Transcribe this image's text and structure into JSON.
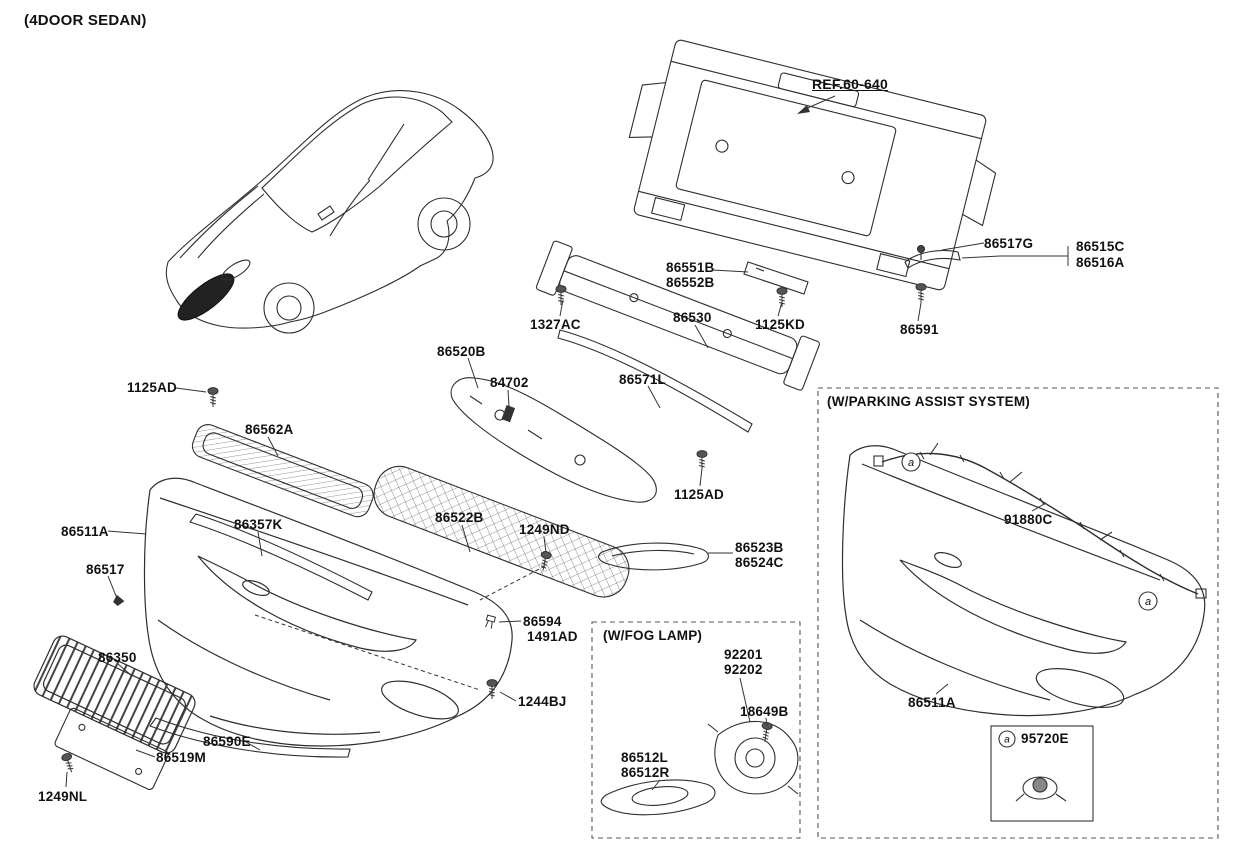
{
  "page": {
    "variant_title": "(4DOOR SEDAN)"
  },
  "reference": {
    "label": "REF.60-640"
  },
  "sections": {
    "fog_lamp": {
      "title": "(W/FOG LAMP)"
    },
    "parking_assist": {
      "title": "(W/PARKING ASSIST SYSTEM)"
    }
  },
  "callout": {
    "a": "a"
  },
  "part_labels": [
    {
      "text": "86517G"
    },
    {
      "text": "86515C"
    },
    {
      "text": "86516A"
    },
    {
      "text": "86551B"
    },
    {
      "text": "86552B"
    },
    {
      "text": "1327AC"
    },
    {
      "text": "86530"
    },
    {
      "text": "1125KD"
    },
    {
      "text": "86591"
    },
    {
      "text": "86520B"
    },
    {
      "text": "84702"
    },
    {
      "text": "86571L"
    },
    {
      "text": "1125AD"
    },
    {
      "text": "86562A"
    },
    {
      "text": "1125AD"
    },
    {
      "text": "86511A"
    },
    {
      "text": "86357K"
    },
    {
      "text": "86522B"
    },
    {
      "text": "1249ND"
    },
    {
      "text": "86523B"
    },
    {
      "text": "86524C"
    },
    {
      "text": "86517"
    },
    {
      "text": "86594"
    },
    {
      "text": "1491AD"
    },
    {
      "text": "86350"
    },
    {
      "text": "1244BJ"
    },
    {
      "text": "86590E"
    },
    {
      "text": "86519M"
    },
    {
      "text": "1249NL"
    },
    {
      "text": "92201"
    },
    {
      "text": "92202"
    },
    {
      "text": "18649B"
    },
    {
      "text": "86512L"
    },
    {
      "text": "86512R"
    },
    {
      "text": "91880C"
    },
    {
      "text": "86511A"
    },
    {
      "text": "95720E"
    }
  ]
}
